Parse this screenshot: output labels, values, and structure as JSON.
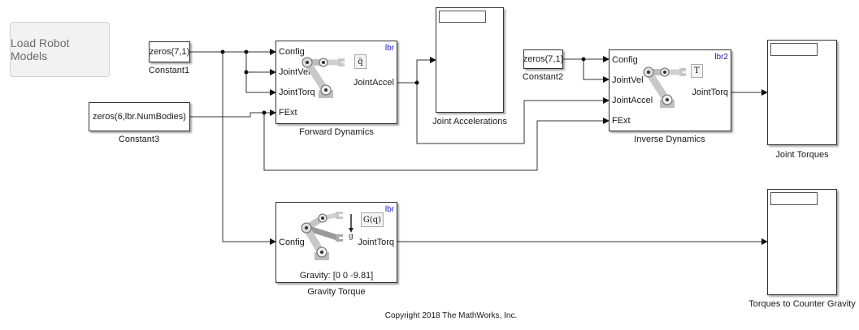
{
  "button": {
    "label": "Load Robot Models"
  },
  "constants": [
    {
      "name": "Constant1",
      "value": "zeros(7,1)"
    },
    {
      "name": "Constant2",
      "value": "zeros(7,1)"
    },
    {
      "name": "Constant3",
      "value": "zeros(6,lbr.NumBodies)"
    }
  ],
  "forward_dynamics": {
    "name": "Forward Dynamics",
    "robot": "lbr",
    "inputs": [
      "Config",
      "JointVel",
      "JointTorq",
      "FExt"
    ],
    "output": "JointAccel",
    "symbol": "q̈"
  },
  "inverse_dynamics": {
    "name": "Inverse Dynamics",
    "robot": "lbr2",
    "inputs": [
      "Config",
      "JointVel",
      "JointAccel",
      "FExt"
    ],
    "output": "JointTorq",
    "symbol": "T"
  },
  "gravity_torque": {
    "name": "Gravity Torque",
    "robot": "lbr",
    "input": "Config",
    "output": "JointTorq",
    "symbol": "G(q)",
    "gravity_symbol": "g",
    "gravity_text": "Gravity: [0 0 -9.81]"
  },
  "scopes": [
    {
      "name": "Joint Accelerations"
    },
    {
      "name": "Joint Torques"
    },
    {
      "name": "Torques to Counter Gravity"
    }
  ],
  "footer": {
    "copyright": "Copyright 2018 The MathWorks, Inc."
  }
}
